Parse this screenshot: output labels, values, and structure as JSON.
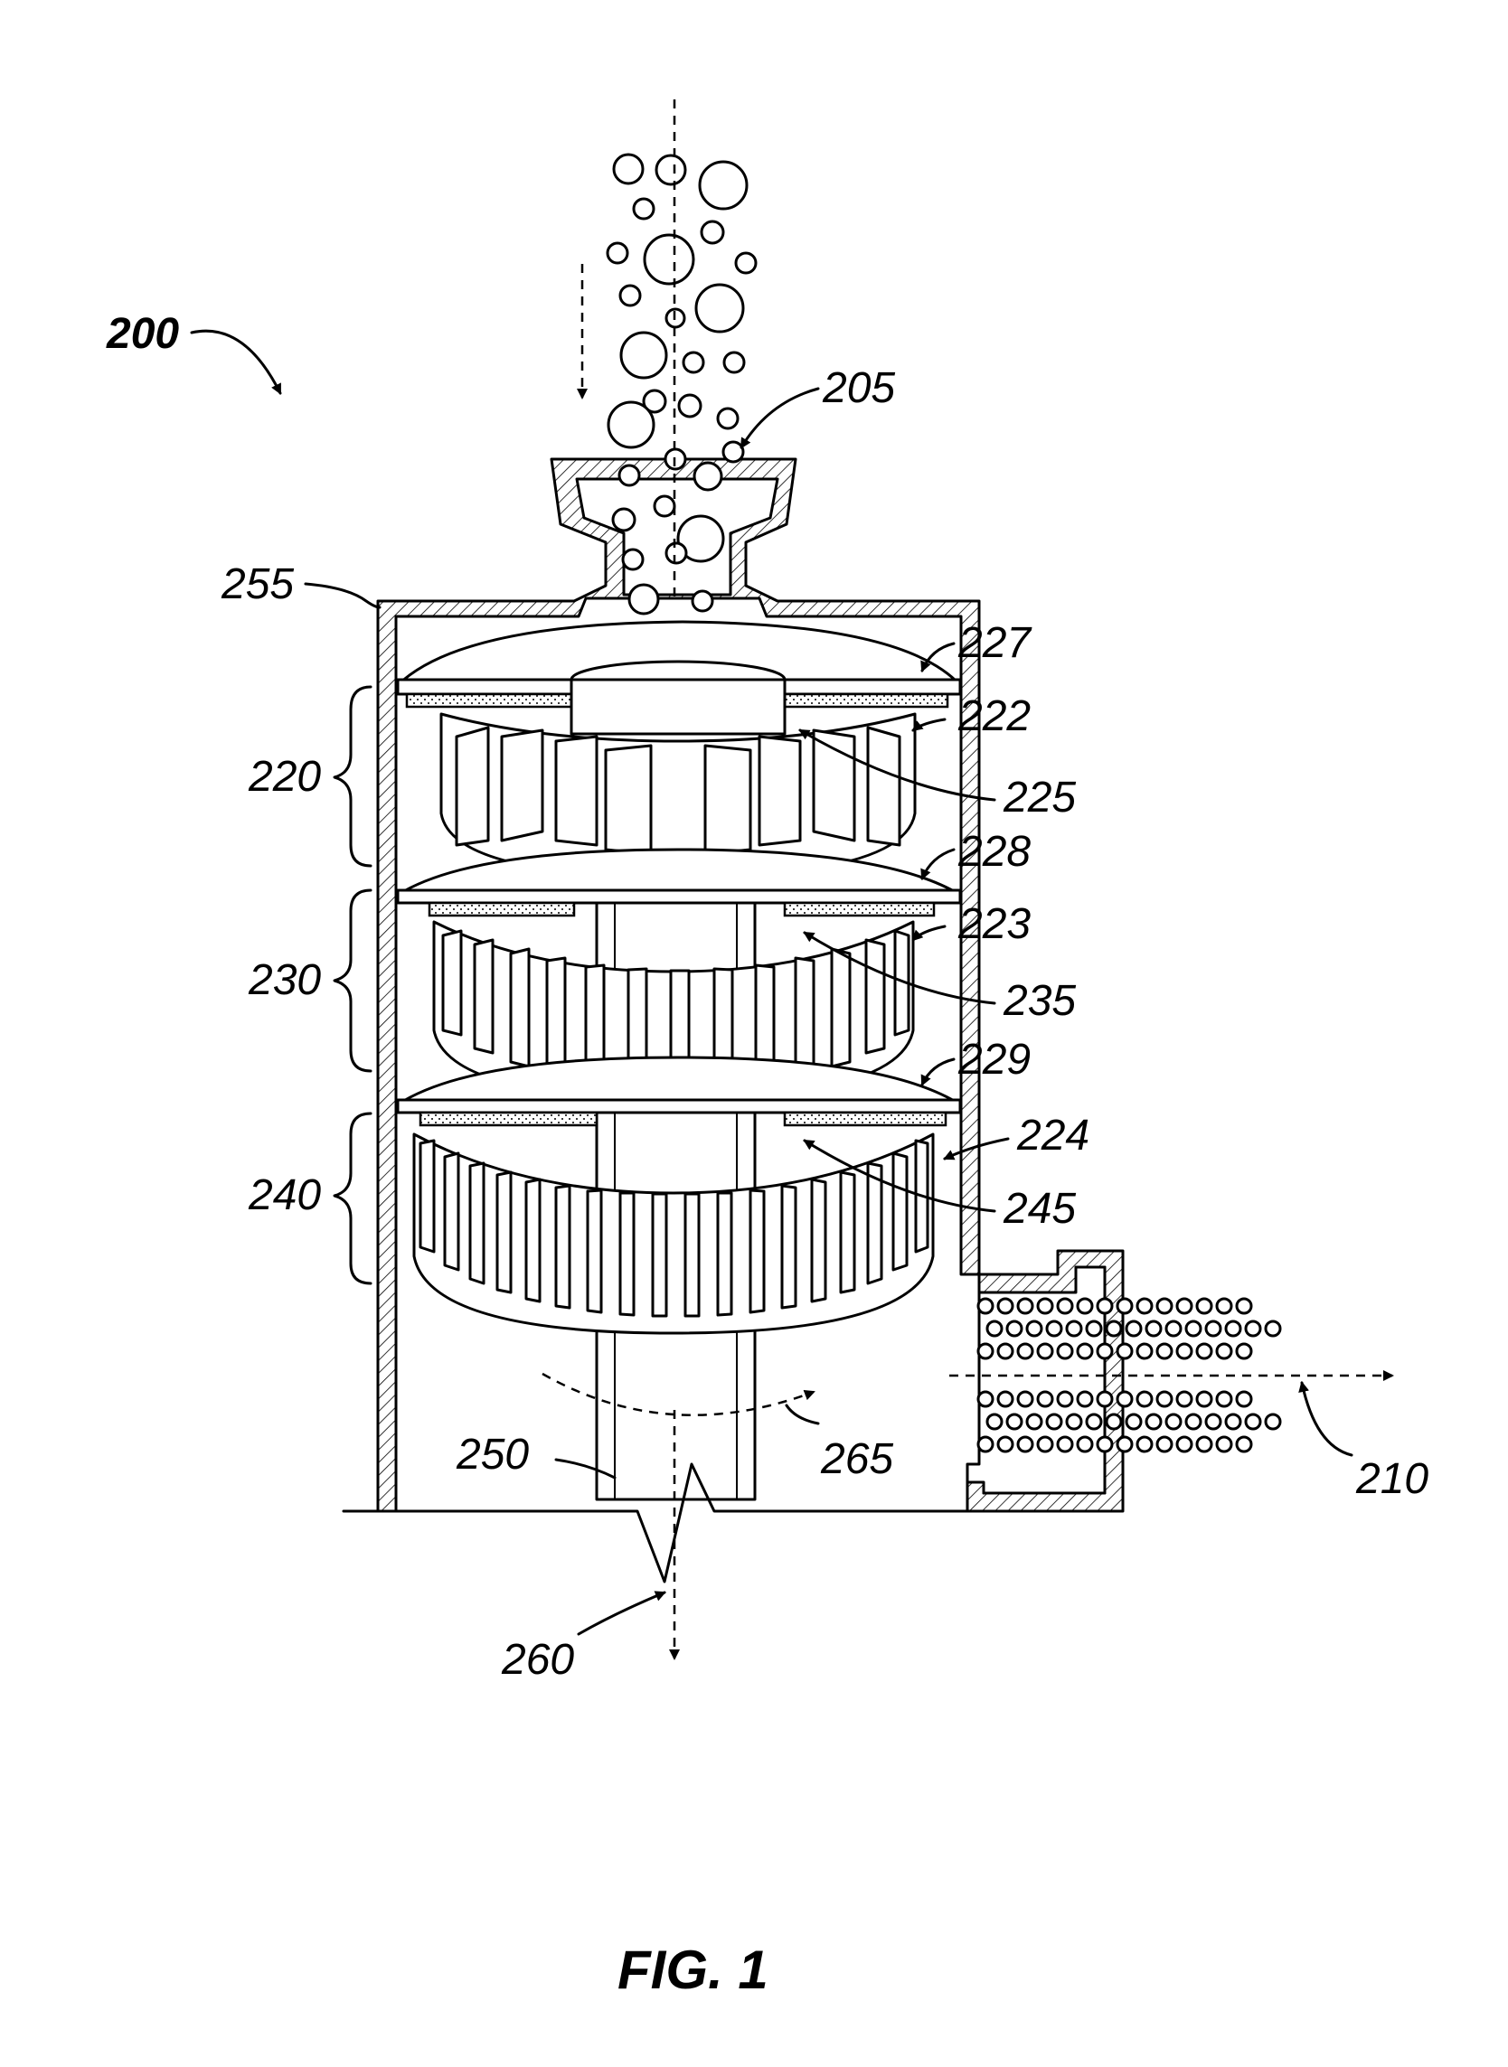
{
  "figure": {
    "caption": "FIG. 1",
    "main_ref": "200"
  },
  "labels": {
    "l205": "205",
    "l255": "255",
    "l227": "227",
    "l222": "222",
    "l220": "220",
    "l225": "225",
    "l228": "228",
    "l223": "223",
    "l230": "230",
    "l235": "235",
    "l229": "229",
    "l224": "224",
    "l240": "240",
    "l245": "245",
    "l250": "250",
    "l265": "265",
    "l210": "210",
    "l260": "260"
  }
}
